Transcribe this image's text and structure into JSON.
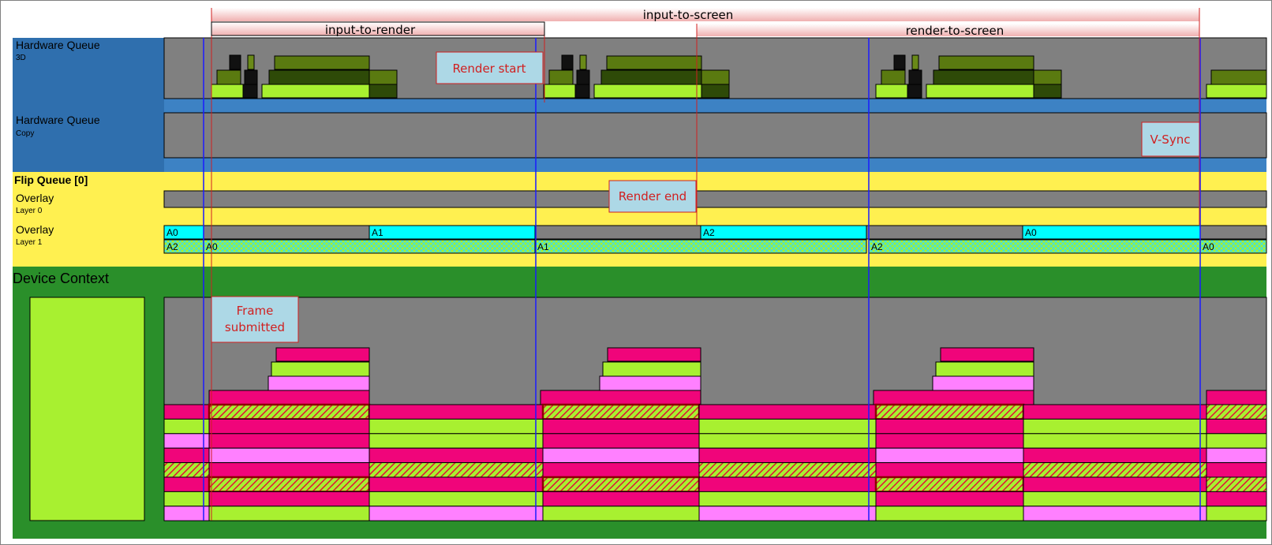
{
  "measures": {
    "input_to_screen": "input-to-screen",
    "input_to_render": "input-to-render",
    "render_to_screen": "render-to-screen"
  },
  "lanes": {
    "hw_queue_3d": {
      "title": "Hardware Queue",
      "subtitle": "3D"
    },
    "hw_queue_copy": {
      "title": "Hardware Queue",
      "subtitle": "Copy"
    },
    "flip_queue": {
      "title": "Flip Queue [0]"
    },
    "overlay_0": {
      "title": "Overlay",
      "subtitle": "Layer 0"
    },
    "overlay_1": {
      "title": "Overlay",
      "subtitle": "Layer 1"
    },
    "device_context": {
      "title": "Device Context"
    }
  },
  "callouts": {
    "render_start": "Render start",
    "render_end": "Render end",
    "vsync": "V-Sync",
    "frame_submitted_line1": "Frame",
    "frame_submitted_line2": "submitted"
  },
  "overlay1_top_labels": [
    "A0",
    "A1",
    "A2",
    "A0"
  ],
  "overlay1_bottom_labels": [
    "A2",
    "A0",
    "A1",
    "A2",
    "A0"
  ],
  "colors": {
    "hw_blue": "#3a7fc1",
    "flip_yellow": "#fff04d",
    "device_green": "#2a8f2a",
    "track_grey": "#808080",
    "lime": "#a8f030",
    "dark_green": "#5a7a10",
    "darker_green": "#2e4a08",
    "magenta": "#f0057a",
    "pink": "#ff80ff",
    "cyan": "#00ffff",
    "annotation_red": "#d02020",
    "vsync_blue": "#1a1aff"
  }
}
